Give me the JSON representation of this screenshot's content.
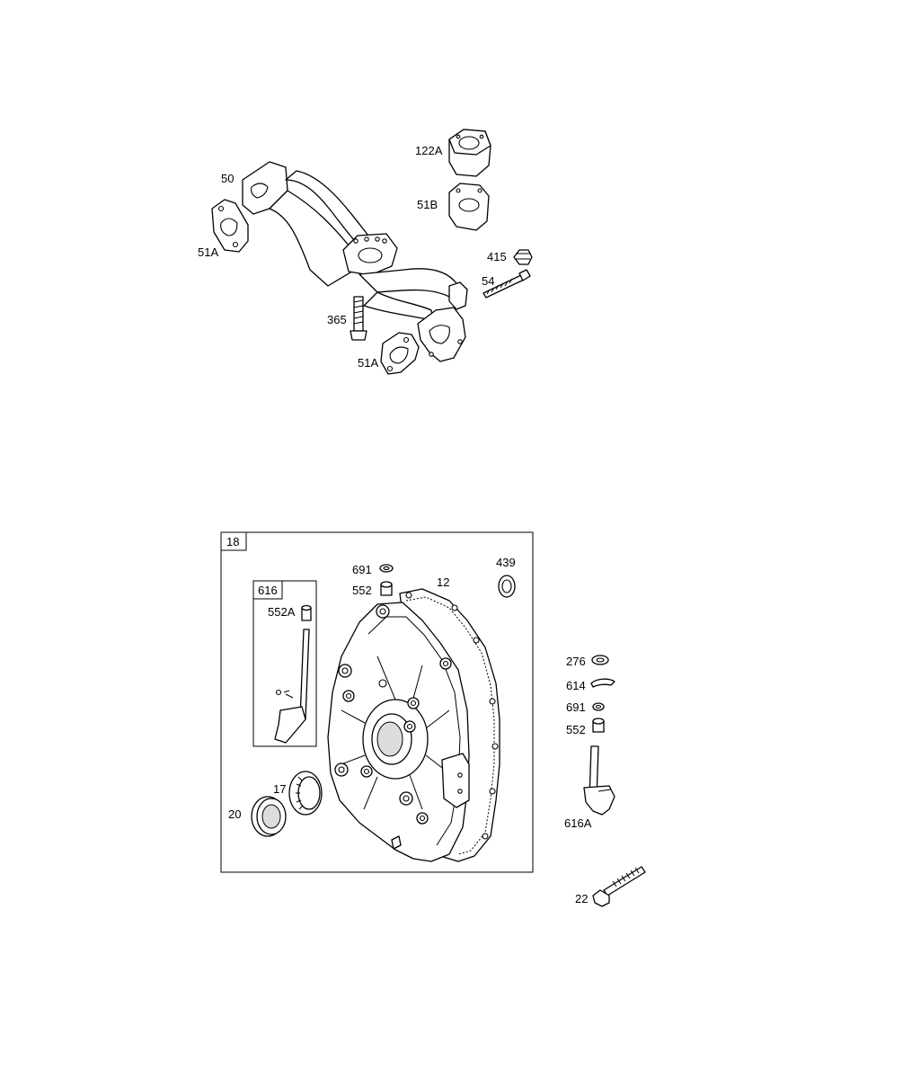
{
  "labels": {
    "p50": "50",
    "p51A_top": "51A",
    "p51A_bottom": "51A",
    "p122A": "122A",
    "p51B": "51B",
    "p415": "415",
    "p54": "54",
    "p365": "365",
    "p18": "18",
    "p616": "616",
    "p552A": "552A",
    "p691_top": "691",
    "p552_top": "552",
    "p12": "12",
    "p439": "439",
    "p17": "17",
    "p20": "20",
    "p276": "276",
    "p614": "614",
    "p691_right": "691",
    "p552_right": "552",
    "p616A": "616A",
    "p22": "22"
  }
}
